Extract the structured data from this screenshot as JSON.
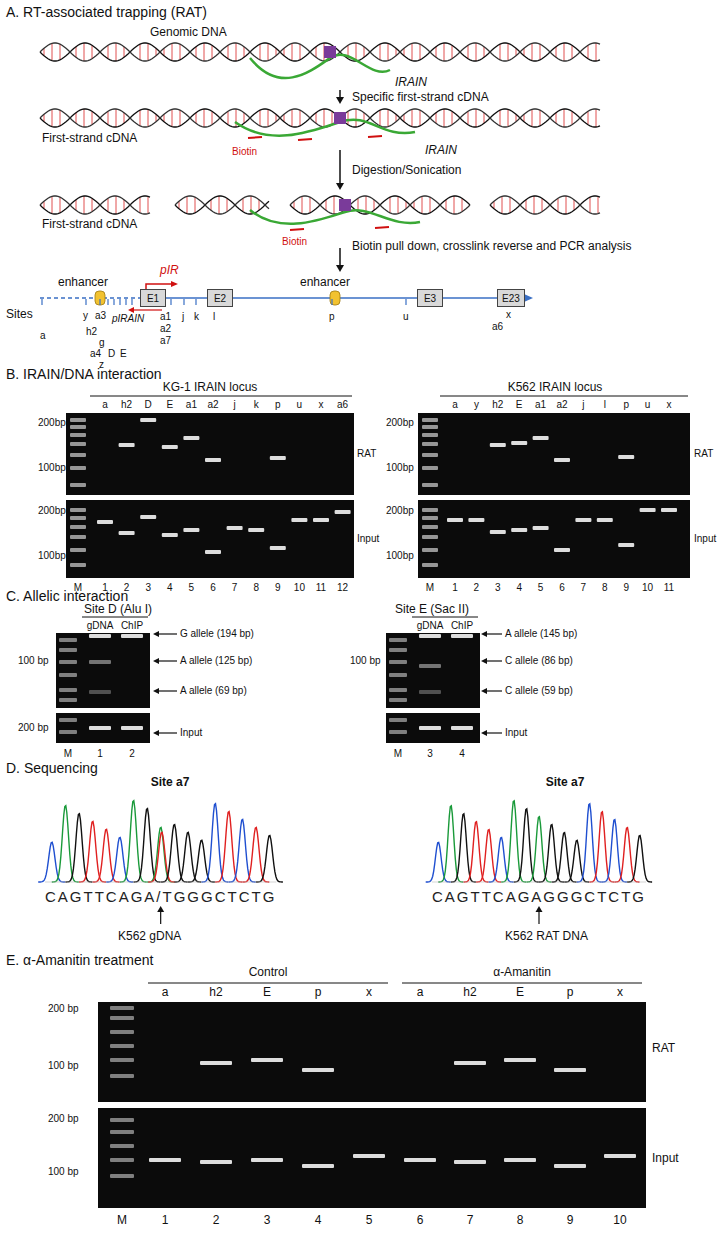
{
  "diagram": {
    "nodes": [
      {
        "text": [
          "E1"
        ]
      },
      {
        "text": [
          "E2"
        ]
      },
      {
        "text": [
          "E3"
        ]
      },
      {
        "text": [
          "E23"
        ]
      }
    ],
    "labels": [
      "A. RT-associated trapping (RAT)",
      "Genomic DNA",
      "IRAIN",
      "Specific first-strand cDNA",
      "First-strand cDNA",
      "Biotin",
      "IRAIN",
      "Digestion/Sonication",
      "First-strand cDNA",
      "Biotin",
      "Biotin pull down, crosslink reverse and PCR analysis",
      "enhancer",
      "pIR",
      "enhancer",
      "Sites",
      "a",
      "y",
      "a3",
      "pIRAIN",
      "a1",
      "j",
      "k",
      "l",
      "p",
      "u",
      "x",
      "h2",
      "g",
      "a4",
      "D",
      "E",
      "a2",
      "a7",
      "a6",
      "z",
      "B. IRAIN/DNA interaction",
      "KG-1 IRAIN locus",
      "a",
      "h2",
      "D",
      "E",
      "a1",
      "a2",
      "j",
      "k",
      "p",
      "u",
      "x",
      "a6",
      "200bp",
      "100bp",
      "RAT",
      "200bp",
      "100bp",
      "Input",
      "M",
      "1",
      "2",
      "3",
      "4",
      "5",
      "6",
      "7",
      "8",
      "9",
      "10",
      "11",
      "12",
      "K562 IRAIN locus",
      "a",
      "y",
      "h2",
      "E",
      "a1",
      "a2",
      "j",
      "l",
      "p",
      "u",
      "x",
      "200bp",
      "100bp",
      "RAT",
      "200bp",
      "100bp",
      "Input",
      "M",
      "1",
      "2",
      "3",
      "4",
      "5",
      "6",
      "7",
      "8",
      "9",
      "10",
      "11",
      "C. Allelic interaction",
      "Site D (Alu I)",
      "gDNA",
      "ChIP",
      "G allele (194 bp)",
      "100 bp",
      "A allele (125 bp)",
      "A allele (69 bp)",
      "200 bp",
      "Input",
      "M",
      "1",
      "2",
      "Site E (Sac II)",
      "gDNA",
      "ChIP",
      "A allele (145 bp)",
      "100 bp",
      "C allele (86 bp)",
      "C allele (59 bp)",
      "Input",
      "M",
      "3",
      "4",
      "D. Sequencing",
      "Site a7",
      "Site a7",
      "CAGTTCAGA/TGGGCTCTG",
      "K562 gDNA",
      "CAGTTCAGAGGGCTCTG",
      "K562 RAT DNA",
      "E. α-Amanitin treatment",
      "Control",
      "α-Amanitin",
      "a",
      "h2",
      "E",
      "p",
      "x",
      "a",
      "h2",
      "E",
      "p",
      "x",
      "200 bp",
      "100 bp",
      "RAT",
      "200 bp",
      "100 bp",
      "Input",
      "M",
      "1",
      "2",
      "3",
      "4",
      "5",
      "6",
      "7",
      "8",
      "9",
      "10"
    ]
  }
}
